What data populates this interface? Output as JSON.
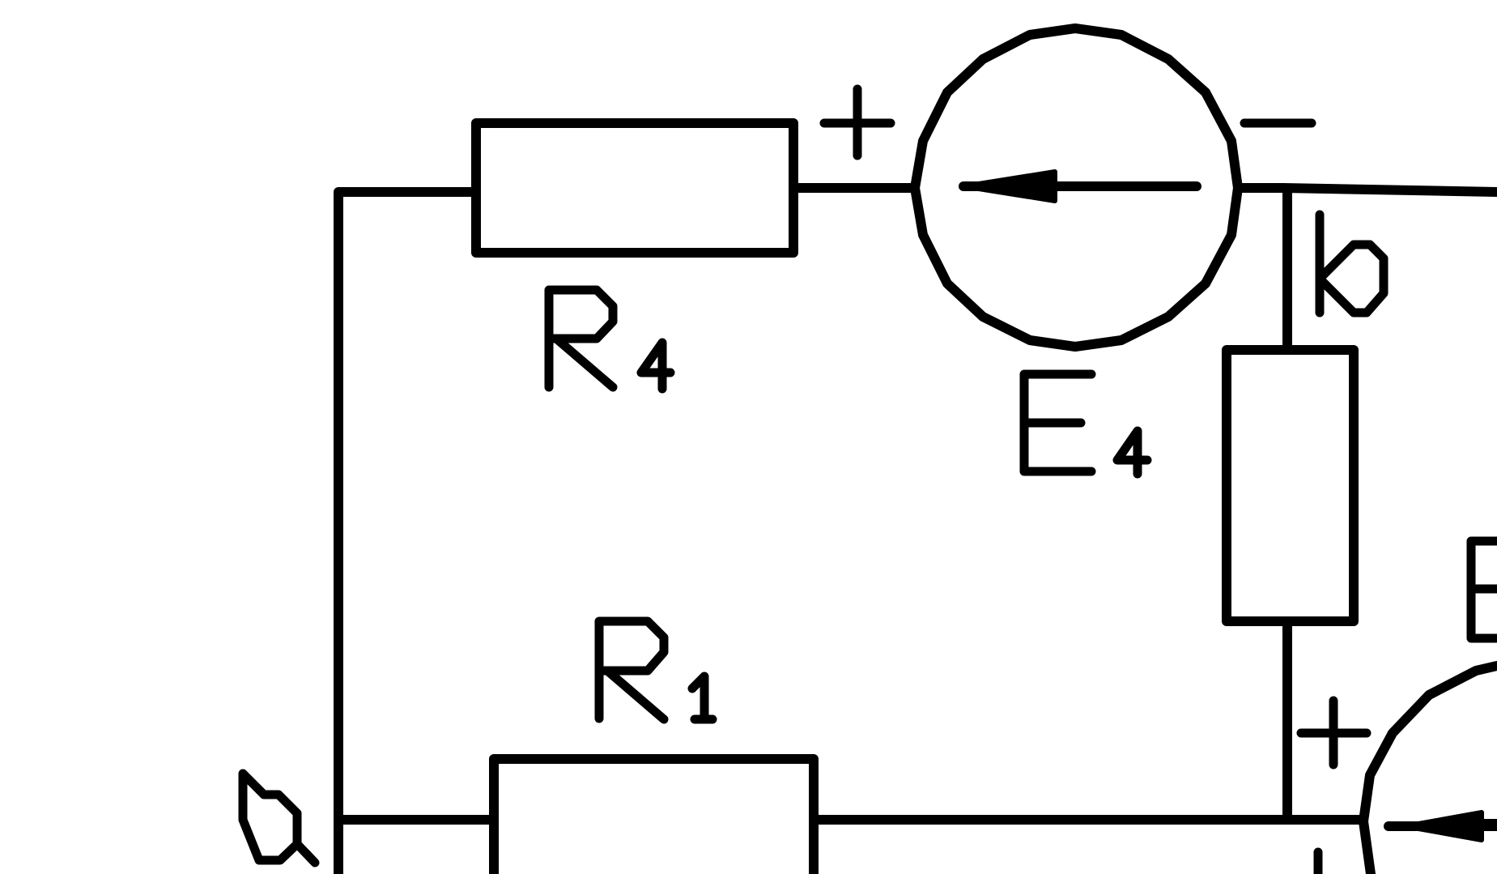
{
  "diagram": {
    "components": {
      "r4": {
        "label": "R4"
      },
      "r1": {
        "label": "R1"
      },
      "e4": {
        "label": "E4",
        "plus": "+",
        "minus": "−"
      },
      "e_right": {
        "label": "E",
        "plus": "+",
        "minus": "−"
      }
    },
    "nodes": {
      "a": {
        "label": "a"
      },
      "b": {
        "label": "b"
      }
    }
  }
}
